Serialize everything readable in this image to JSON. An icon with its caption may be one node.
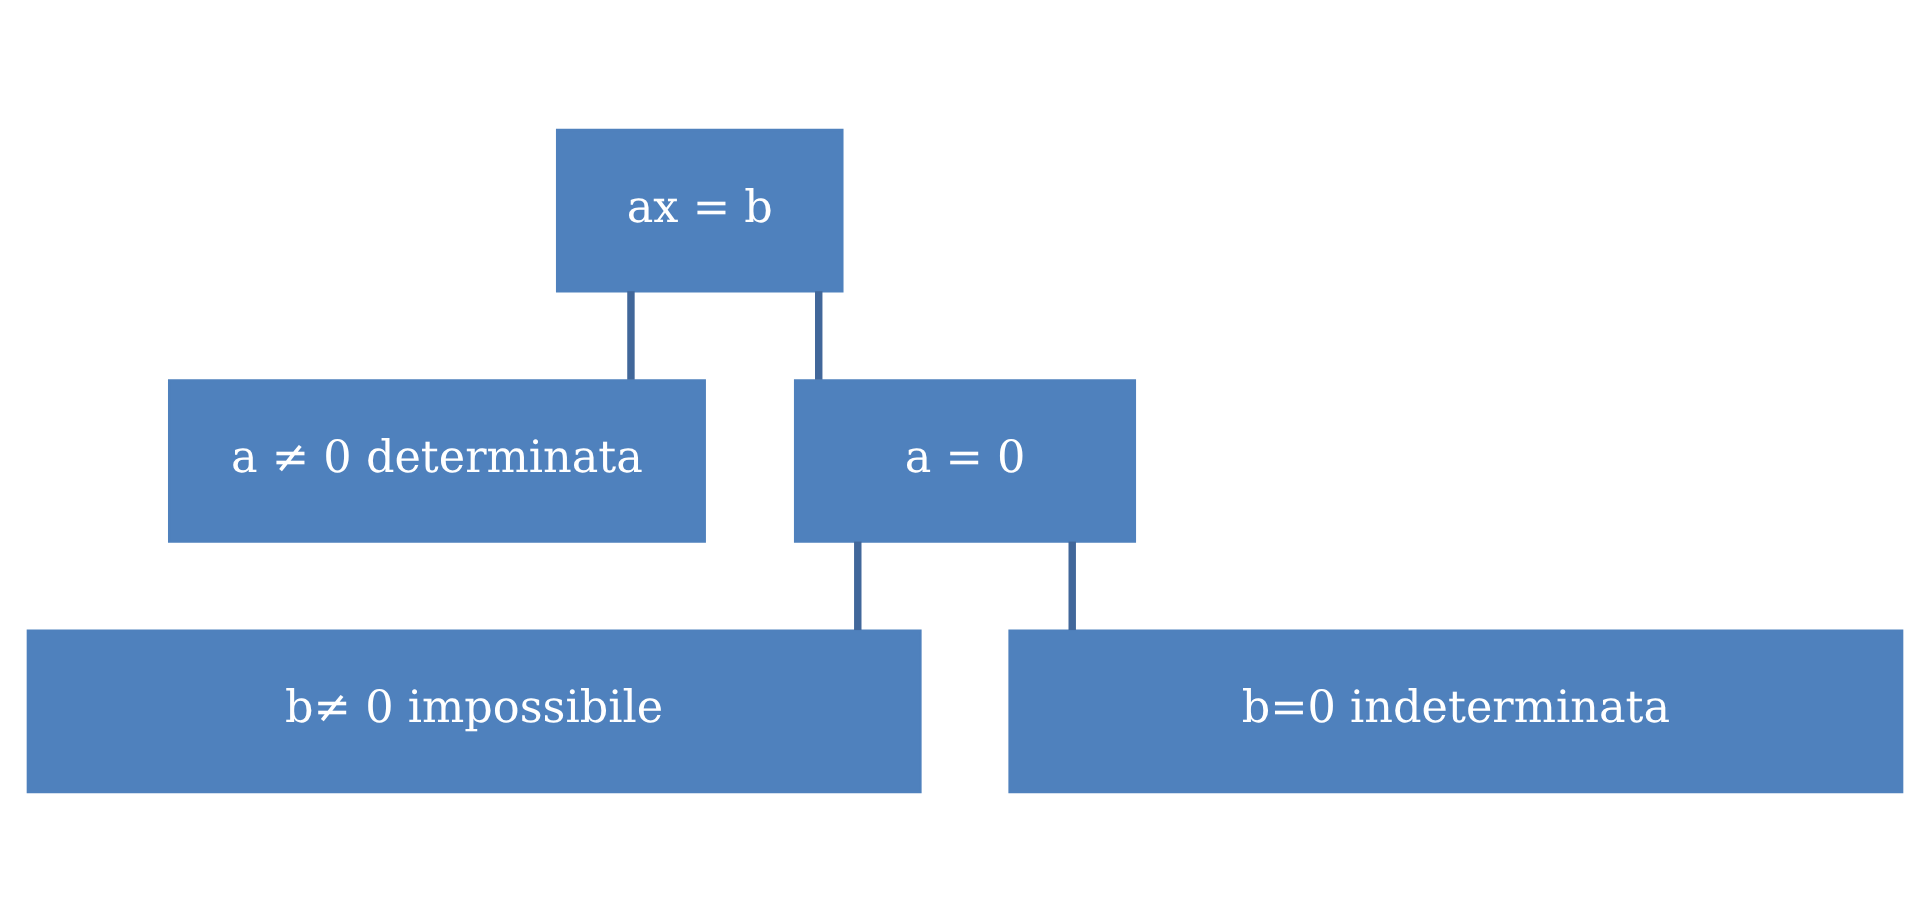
{
  "diagram": {
    "nodes": [
      {
        "text": [
          "ax = b"
        ]
      },
      {
        "text": [
          "a ≠ 0 determinata"
        ]
      },
      {
        "text": [
          "a = 0"
        ]
      },
      {
        "text": [
          "b≠ 0 impossibile"
        ]
      },
      {
        "text": [
          "b=0 indeterminata"
        ]
      }
    ],
    "edges": [
      {
        "from": 0,
        "to": 1,
        "arrow": "none"
      },
      {
        "from": 0,
        "to": 2,
        "arrow": "none"
      },
      {
        "from": 2,
        "to": 3,
        "arrow": "none"
      },
      {
        "from": 2,
        "to": 4,
        "arrow": "none"
      }
    ]
  }
}
